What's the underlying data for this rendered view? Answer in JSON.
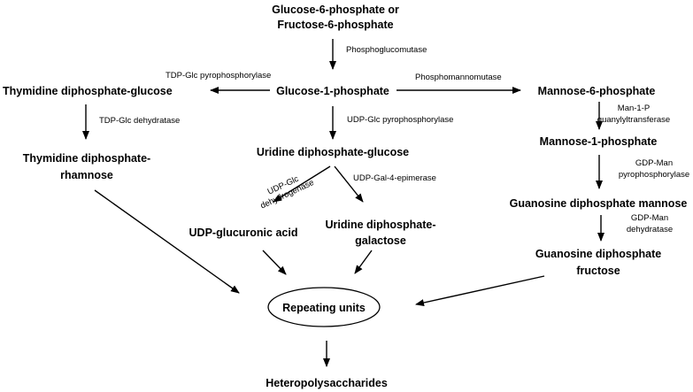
{
  "nodes": {
    "g6p": [
      "Glucose-6-phosphate or",
      "Fructose-6-phosphate"
    ],
    "g1p": [
      "Glucose-1-phosphate"
    ],
    "tdpglc": [
      "Thymidine diphosphate-glucose"
    ],
    "man6p": [
      "Mannose-6-phosphate"
    ],
    "tdprha": [
      "Thymidine diphosphate-",
      "rhamnose"
    ],
    "udpglc": [
      "Uridine diphosphate-glucose"
    ],
    "man1p": [
      "Mannose-1-phosphate"
    ],
    "gdpman": [
      "Guanosine diphosphate mannose"
    ],
    "udpglca": [
      "UDP-glucuronic acid"
    ],
    "udpgal": [
      "Uridine diphosphate-",
      "galactose"
    ],
    "gdpfuc": [
      "Guanosine diphosphate",
      "fructose"
    ],
    "repeat": [
      "Repeating units"
    ],
    "hetero": [
      "Heteropolysaccharides"
    ]
  },
  "enzymes": {
    "phosphoglucomutase": [
      "Phosphoglucomutase"
    ],
    "tdpglc_pp": [
      "TDP-Glc pyrophosphorylase"
    ],
    "phosphomannomutase": [
      "Phosphomannomutase"
    ],
    "tdpglc_dh": [
      "TDP-Glc dehydratase"
    ],
    "udpglc_pp": [
      "UDP-Glc pyrophosphorylase"
    ],
    "man1p_gt": [
      "Man-1-P",
      "guanylyltransferase"
    ],
    "udpglc_dh": [
      "UDP-Glc",
      "dehydrogenase"
    ],
    "udpgal_epi": [
      "UDP-Gal-4-epimerase"
    ],
    "gdpman_pp": [
      "GDP-Man",
      "pyrophosphorylase"
    ],
    "gdpman_dh": [
      "GDP-Man",
      "dehydratase"
    ]
  }
}
